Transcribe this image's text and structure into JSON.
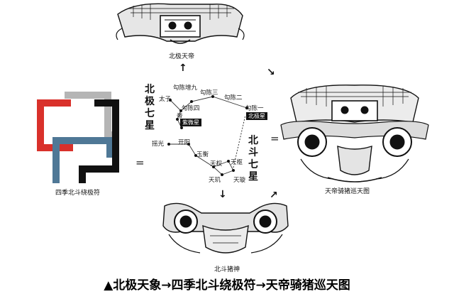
{
  "caption": "▲北极天象→四季北斗绕极符→天帝骑猪巡天图",
  "labels": {
    "top_image": "北极天帝",
    "left_image": "四季北斗绕极符",
    "right_image": "天帝骑猪巡天图",
    "bottom_image": "北斗猪神"
  },
  "vertical_labels": {
    "north_pole_seven_stars": "北极七星",
    "big_dipper_seven_stars": "北斗七星"
  },
  "symbols": {
    "equals": "="
  },
  "arrows": {
    "up": "↑",
    "down": "↓",
    "up_right": "↗",
    "down_right": "↘"
  },
  "stars": {
    "taizi": "太子",
    "di": "帝",
    "gouchen_yi": "勾陈一",
    "gouchen_er": "勾陈二",
    "gouchen_san": "勾陈三",
    "gouchen_si": "勾陈四",
    "gouchen_zengjiu": "勾陈增九",
    "yaoguang": "摇光",
    "kaiyang": "开阳",
    "yuheng": "玉衡",
    "tianquan": "天权",
    "tianji": "天玑",
    "tianshu": "天枢",
    "tianxuan": "天璇"
  },
  "boxed_labels": {
    "ziwei": "紫微星",
    "beiji": "北极星"
  },
  "colors": {
    "red": "#d9312b",
    "gray": "#b5b5b5",
    "blue": "#4f7896",
    "black": "#111111"
  }
}
